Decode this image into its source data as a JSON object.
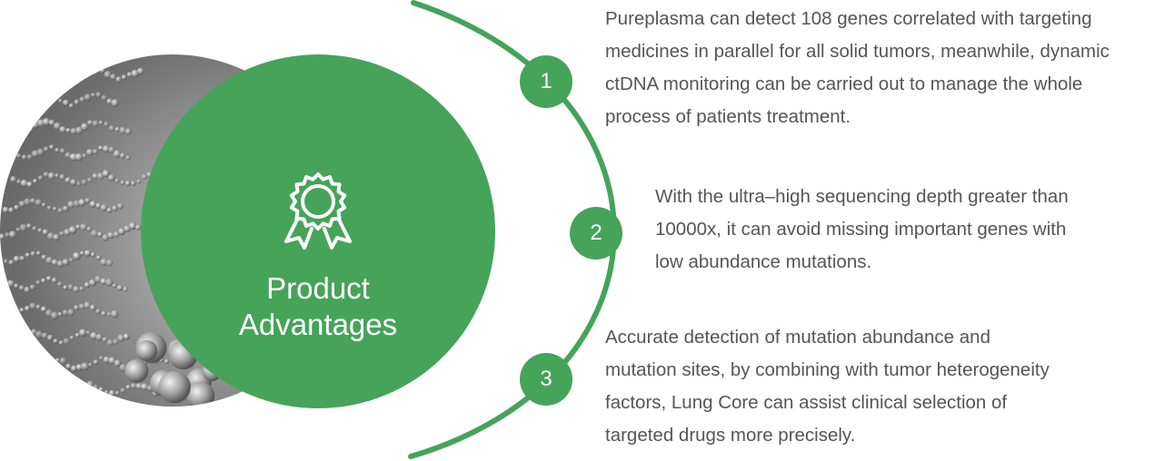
{
  "title": {
    "line1": "Product",
    "line2": "Advantages"
  },
  "icons": {
    "center": "award-ribbon-icon"
  },
  "colors": {
    "accent": "#46a35a",
    "text": "#555555",
    "photo": "#8a8a8a"
  },
  "advantages": [
    {
      "number": "1",
      "lines": [
        "Pureplasma can detect 108 genes correlated with targeting",
        "medicines in parallel for all solid tumors, meanwhile, dynamic",
        "ctDNA monitoring can be carried out to manage the whole",
        "process of patients treatment."
      ]
    },
    {
      "number": "2",
      "lines": [
        "With the ultra–high sequencing depth greater than",
        "10000x, it can avoid missing important genes with",
        "low abundance mutations."
      ]
    },
    {
      "number": "3",
      "lines": [
        "Accurate detection of mutation abundance and",
        "mutation sites, by combining with tumor heterogeneity",
        "factors, Lung Core can assist clinical selection of",
        "targeted drugs more precisely."
      ]
    }
  ]
}
